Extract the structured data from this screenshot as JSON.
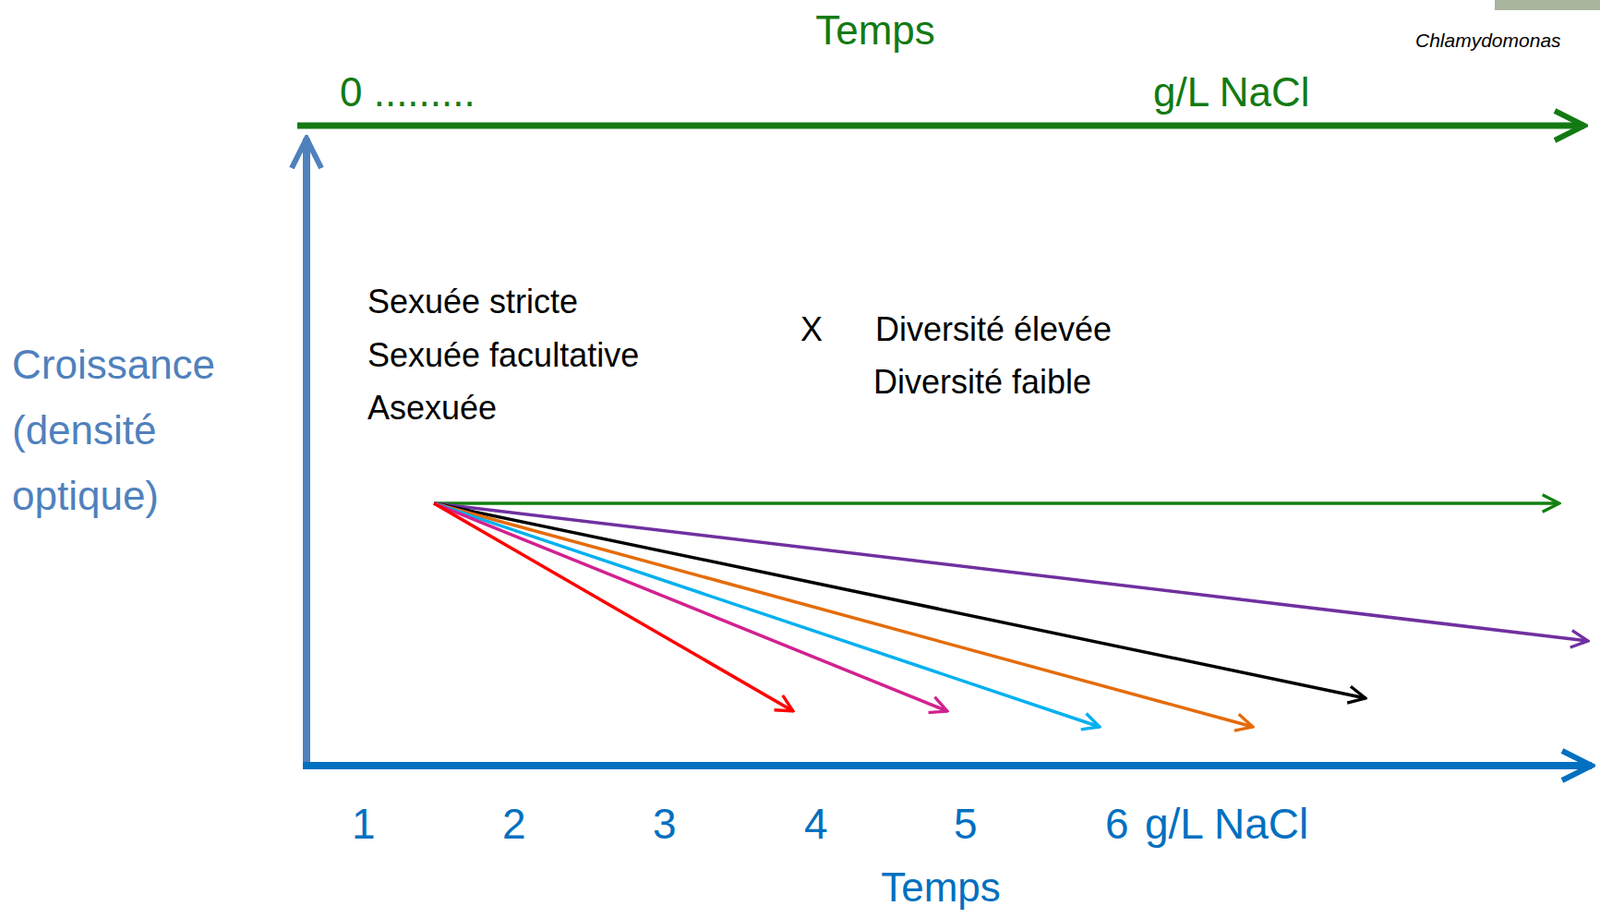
{
  "diagram": {
    "labels": [
      "Temps",
      "Chlamydomonas",
      "0 .........",
      "g/L NaCl",
      "Croissance (densité optique)",
      "Sexuée stricte",
      "Sexuée facultative",
      "Asexuée",
      "X",
      "Diversité élevée",
      "Diversité faible",
      "1",
      "2",
      "3",
      "4",
      "5",
      "6",
      "g/L NaCl",
      "Temps"
    ]
  }
}
